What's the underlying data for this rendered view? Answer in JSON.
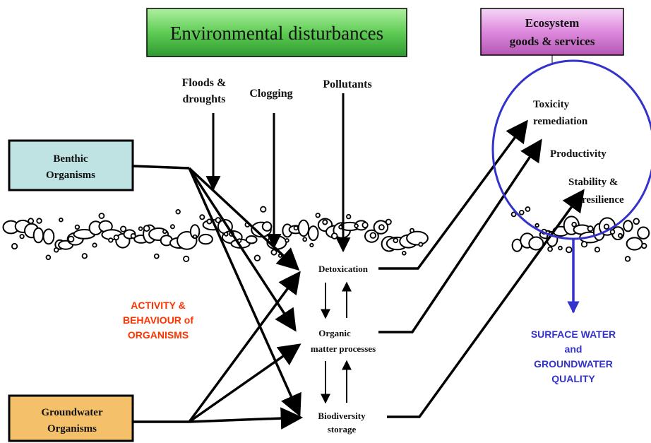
{
  "title": "Environmental disturbances",
  "ecosystem": [
    "Ecosystem",
    "goods & services"
  ],
  "disturbances": {
    "floods": [
      "Floods &",
      "droughts"
    ],
    "clogging": "Clogging",
    "pollutants": "Pollutants"
  },
  "sources": {
    "benthic": [
      "Benthic",
      "Organisms"
    ],
    "groundwater": [
      "Groundwater",
      "Organisms"
    ]
  },
  "processes": {
    "detox": "Detoxication",
    "organic": [
      "Organic",
      "matter processes"
    ],
    "biodiversity": [
      "Biodiversity",
      "storage"
    ]
  },
  "services": {
    "toxicity": [
      "Toxicity",
      "remediation"
    ],
    "productivity": "Productivity",
    "stability": [
      "Stability &",
      "resilience"
    ]
  },
  "activity_label": [
    "ACTIVITY &",
    "BEHAVIOUR of",
    "ORGANISMS"
  ],
  "quality_label": [
    "SURFACE WATER",
    "and",
    "GROUNDWATER",
    "QUALITY"
  ],
  "colors": {
    "title_box": "#66cc66",
    "ecosystem_box": "#dd88dd",
    "benthic_box": "#bfe3e3",
    "groundwater_box": "#f5c06a",
    "activity_text": "#ff3300",
    "quality_text": "#3333cc",
    "circle": "#3333cc"
  }
}
